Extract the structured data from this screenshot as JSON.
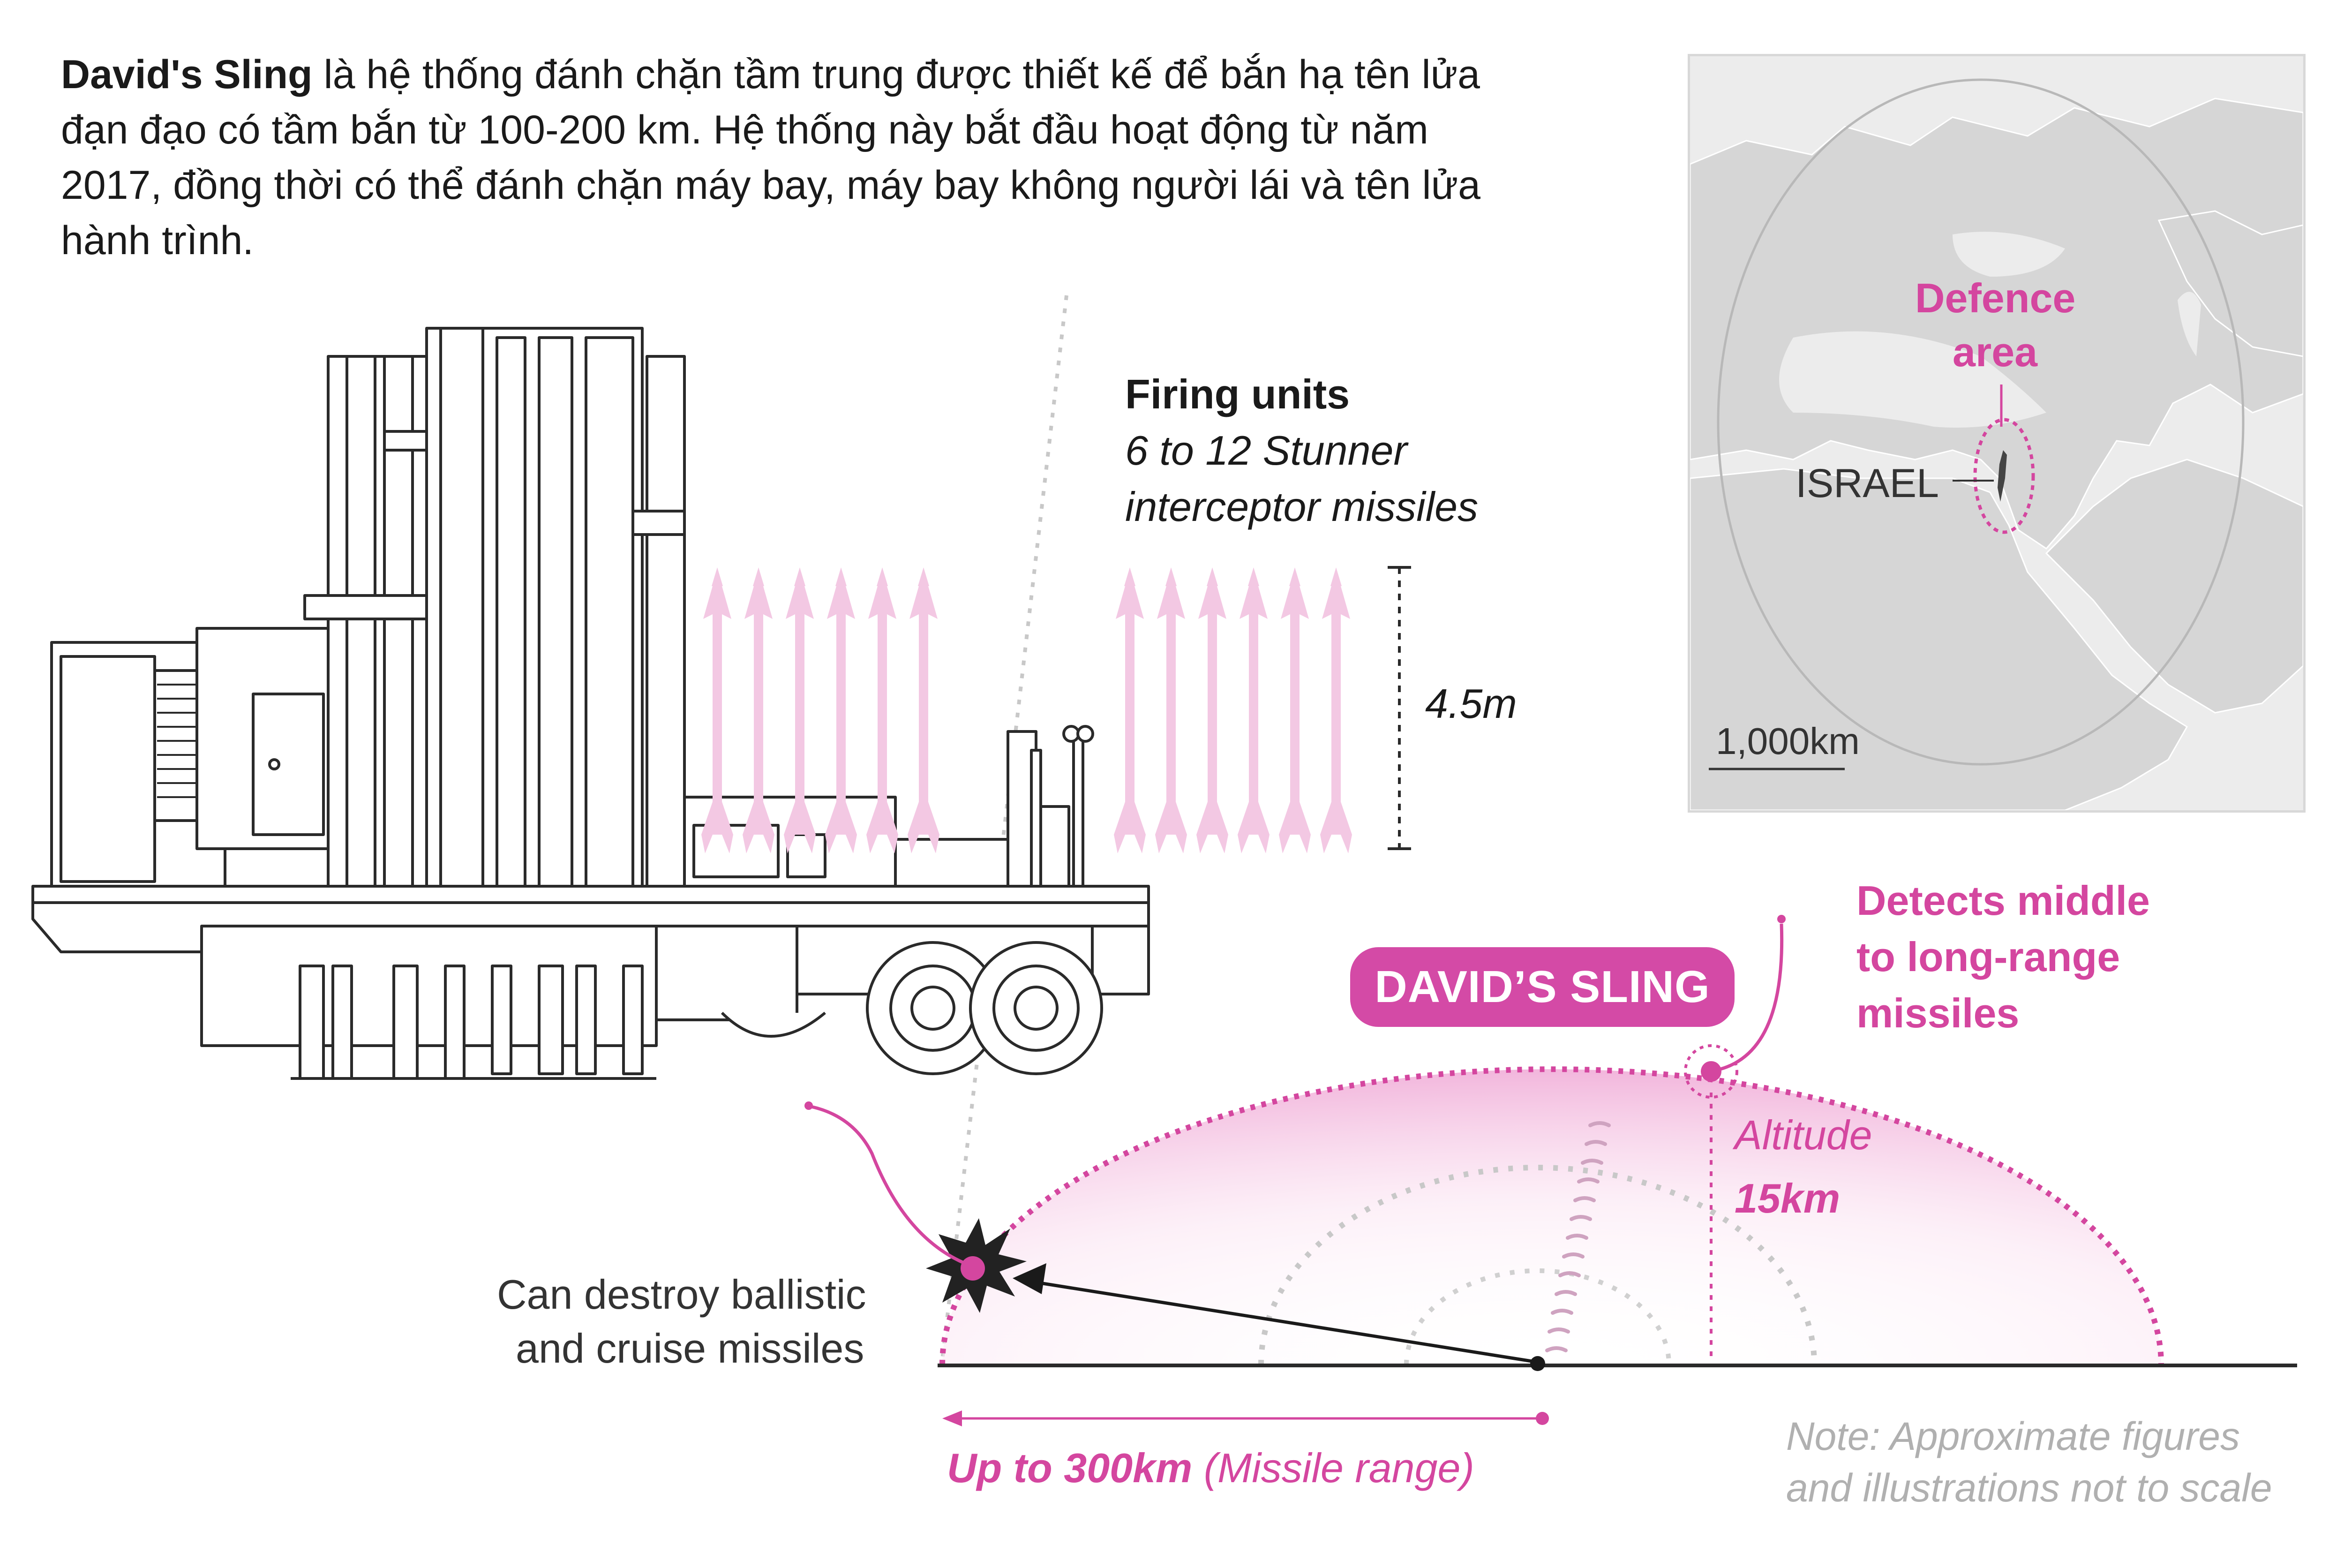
{
  "intro": {
    "name": "David's Sling",
    "text": " là hệ thống đánh chặn tầm trung được thiết kế để bắn hạ tên lửa đạn đạo có tầm bắn từ 100-200 km. Hệ thống này bắt đầu hoạt động từ năm 2017, đồng thời có thể đánh chặn máy bay, máy bay không người lái và tên lửa hành trình."
  },
  "firing": {
    "title": "Firing units",
    "line1": "6 to 12 Stunner",
    "line2": "interceptor missiles",
    "height": "4.5m",
    "missile_count": 12
  },
  "map": {
    "defence_label_1": "Defence",
    "defence_label_2": "area",
    "country": "ISRAEL",
    "scale": "1,000km"
  },
  "diagram": {
    "badge": "DAVID’S SLING",
    "detects_1": "Detects middle",
    "detects_2": "to long-range",
    "detects_3": "missiles",
    "altitude_1": "Altitude",
    "altitude_2": "15km",
    "destroy_1": "Can destroy ballistic",
    "destroy_2": "and cruise missiles",
    "range": "Up to 300km",
    "range_note": " (Missile range)",
    "note_1": "Note: Approximate figures",
    "note_2": "and illustrations not to scale"
  },
  "colors": {
    "accent": "#d4469f",
    "badge": "#d44aa6",
    "missile": "#f3c8e3",
    "map_land": "#d6d6d6",
    "map_sea": "#ececec"
  }
}
